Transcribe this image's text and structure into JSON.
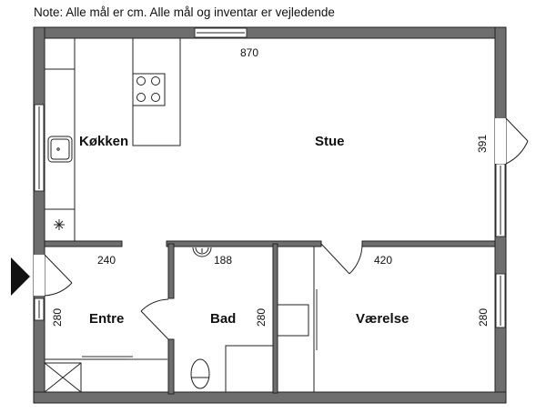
{
  "note": "Note: Alle mål er cm. Alle mål og inventar er vejledende",
  "rooms": {
    "kitchen": "Køkken",
    "living": "Stue",
    "entry": "Entre",
    "bath": "Bad",
    "bedroom": "Værelse"
  },
  "dimensions": {
    "living_width": "870",
    "living_depth": "391",
    "entry_width": "240",
    "entry_depth": "280",
    "bath_width": "188",
    "bath_depth": "280",
    "bedroom_width": "420",
    "bedroom_depth": "280"
  },
  "colors": {
    "wall": "#6e6e6e",
    "line": "#222222"
  }
}
